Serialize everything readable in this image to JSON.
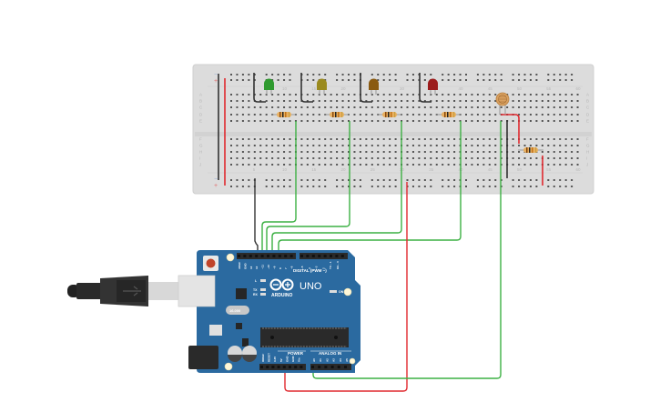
{
  "breadboard": {
    "rail_minus_label": "−",
    "rail_plus_label": "+",
    "column_numbers": [
      "5",
      "10",
      "15",
      "20",
      "25",
      "30",
      "35",
      "40",
      "45",
      "50",
      "55",
      "60"
    ],
    "row_letters_top": [
      "A",
      "B",
      "C",
      "D",
      "E"
    ],
    "row_letters_bottom": [
      "F",
      "G",
      "H",
      "I",
      "J"
    ]
  },
  "components": {
    "leds": [
      {
        "name": "green-led",
        "color": "#2f9a2f"
      },
      {
        "name": "yellow-led",
        "color": "#9a8a1e"
      },
      {
        "name": "orange-led",
        "color": "#8a5a10"
      },
      {
        "name": "red-led",
        "color": "#9c1c1c"
      }
    ],
    "photoresistor": {
      "name": "photoresistor",
      "color": "#d8a060"
    },
    "resistor_body_color": "#e8b060"
  },
  "arduino": {
    "brand": "ARDUINO",
    "model": "UNO",
    "digital_label": "DIGITAL (PWM ~)",
    "power_label": "POWER",
    "analog_label": "ANALOG IN",
    "on_label": "ON",
    "l_label": "L",
    "tx_label": "TX",
    "rx_label": "RX",
    "crystal_label": "16.000",
    "digital_pins": [
      "AREF",
      "GND",
      "13",
      "12",
      "~11",
      "~10",
      "~9",
      "8",
      "7",
      "~6",
      "~5",
      "4",
      "~3",
      "2",
      "TX→1",
      "RX←0"
    ],
    "power_pins": [
      "IOREF",
      "RESET",
      "3.3V",
      "5V",
      "GND",
      "GND",
      "Vin"
    ],
    "analog_pins": [
      "A0",
      "A1",
      "A2",
      "A3",
      "A4",
      "A5"
    ],
    "board_color": "#2b6aa0"
  },
  "wires": {
    "green": "#3cb043",
    "red": "#e0282e",
    "black": "#333333"
  }
}
